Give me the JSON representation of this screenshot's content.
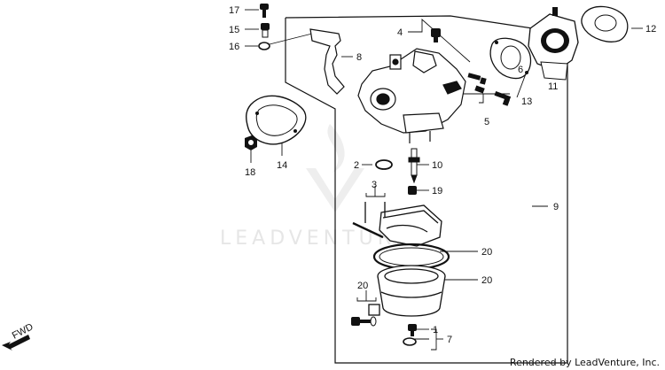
{
  "diagram": {
    "callouts": {
      "c1": "1",
      "c2": "2",
      "c3": "3",
      "c4": "4",
      "c5": "5",
      "c6": "6",
      "c7": "7",
      "c8": "8",
      "c9": "9",
      "c10": "10",
      "c11": "11",
      "c12": "12",
      "c13": "13",
      "c14": "14",
      "c15": "15",
      "c16": "16",
      "c17": "17",
      "c18": "18",
      "c19": "19",
      "c20a": "20",
      "c20b": "20",
      "c20c": "20"
    },
    "direction_label": "FWD",
    "watermark": "LEADVENTURE",
    "credit": "Rendered by LeadVenture, Inc."
  },
  "colors": {
    "ink": "#111111",
    "watermark": "#e6e6e6",
    "background": "#ffffff"
  }
}
